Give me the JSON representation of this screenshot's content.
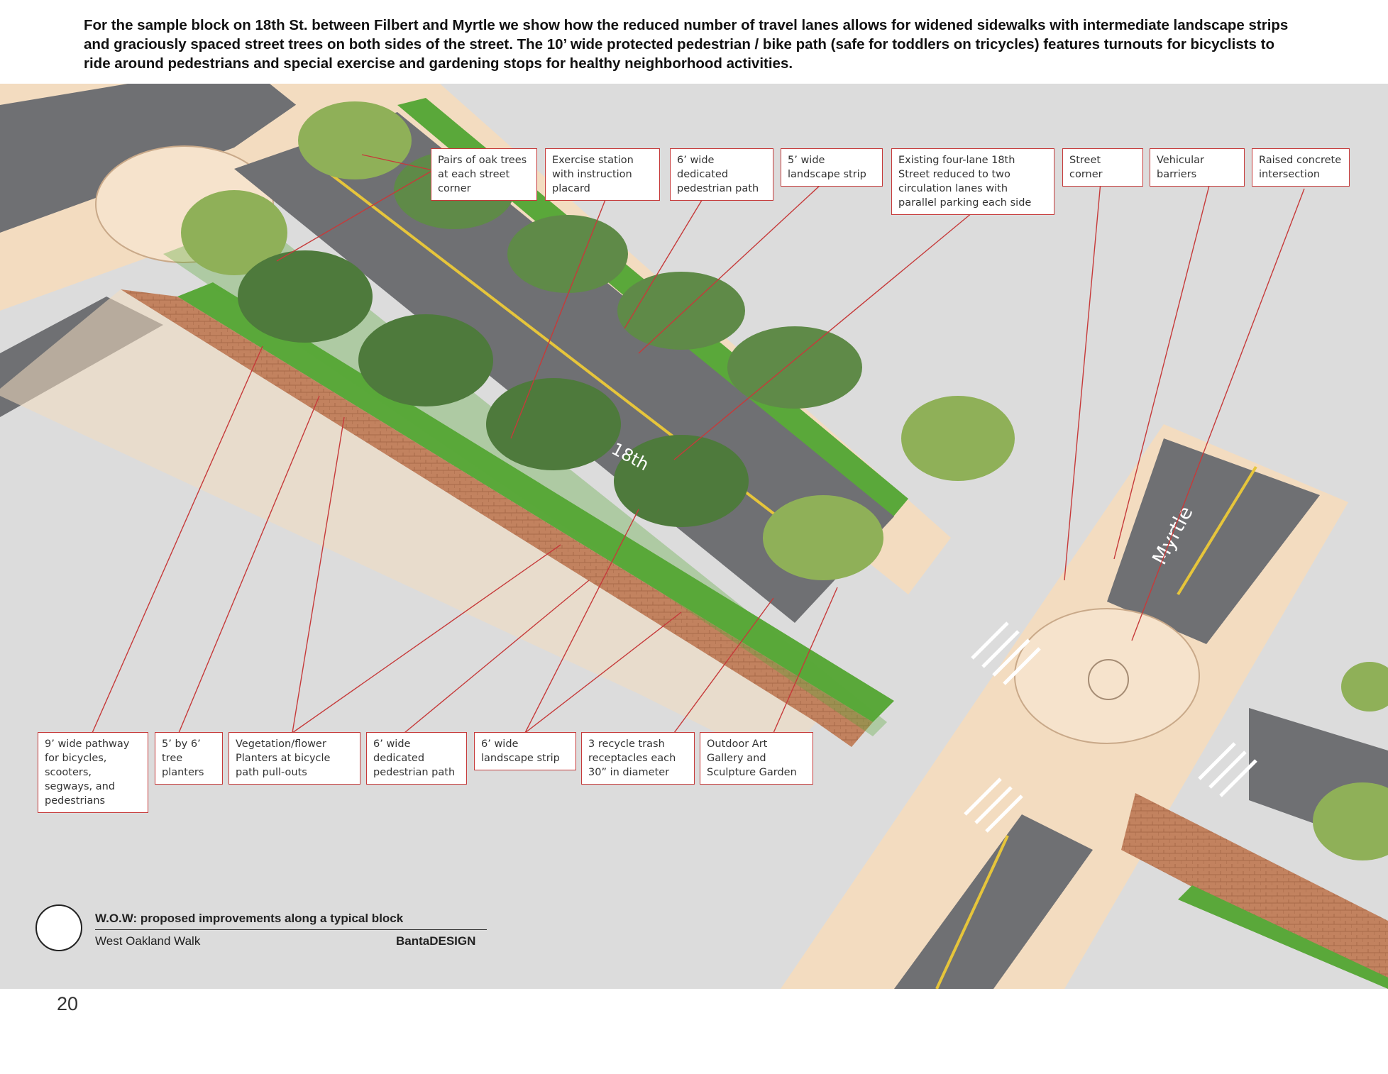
{
  "intro_text": "For the sample block on 18th St. between Filbert and Myrtle we show how the reduced number of travel lanes allows for widened sidewalks with intermediate landscape strips and graciously spaced street trees on both sides of the street. The 10’ wide protected pedestrian / bike path (safe for toddlers on tricycles) features turnouts for bicyclists to ride around pedestrians and special exercise and gardening stops for healthy neighborhood activities.",
  "street_labels": {
    "main": "18th",
    "cross": "Myrtle"
  },
  "callouts_top": [
    "Pairs of oak trees at each street corner",
    "Exercise station with instruction placard",
    "6’ wide dedicated pedestrian path",
    "5’ wide landscape strip",
    "Existing four-lane 18th Street reduced to two circulation lanes with parallel parking each side",
    "Street corner",
    "Vehicular barriers",
    "Raised concrete intersection"
  ],
  "callouts_bottom": [
    "9’ wide pathway for bicycles, scooters, segways, and pedestrians",
    "5’ by 6’ tree planters",
    "Vegetation/flower Planters at bicycle path pull-outs",
    "6’ wide dedicated pedestrian path",
    "6’ wide landscape strip",
    "3 recycle trash receptacles each 30” in diameter",
    "Outdoor Art Gallery and Sculpture Garden"
  ],
  "title_block": {
    "title": "W.O.W: proposed improvements along a typical block",
    "subtitle": "West Oakland Walk",
    "firm": "BantaDESIGN"
  },
  "page_number": "20",
  "colors": {
    "leader": "#c63a3a",
    "sidewalk": "#f3dcc0",
    "asphalt": "#6f7073",
    "grass": "#5aa83a",
    "brick": "#c08060",
    "tree": "#5f8a48"
  }
}
